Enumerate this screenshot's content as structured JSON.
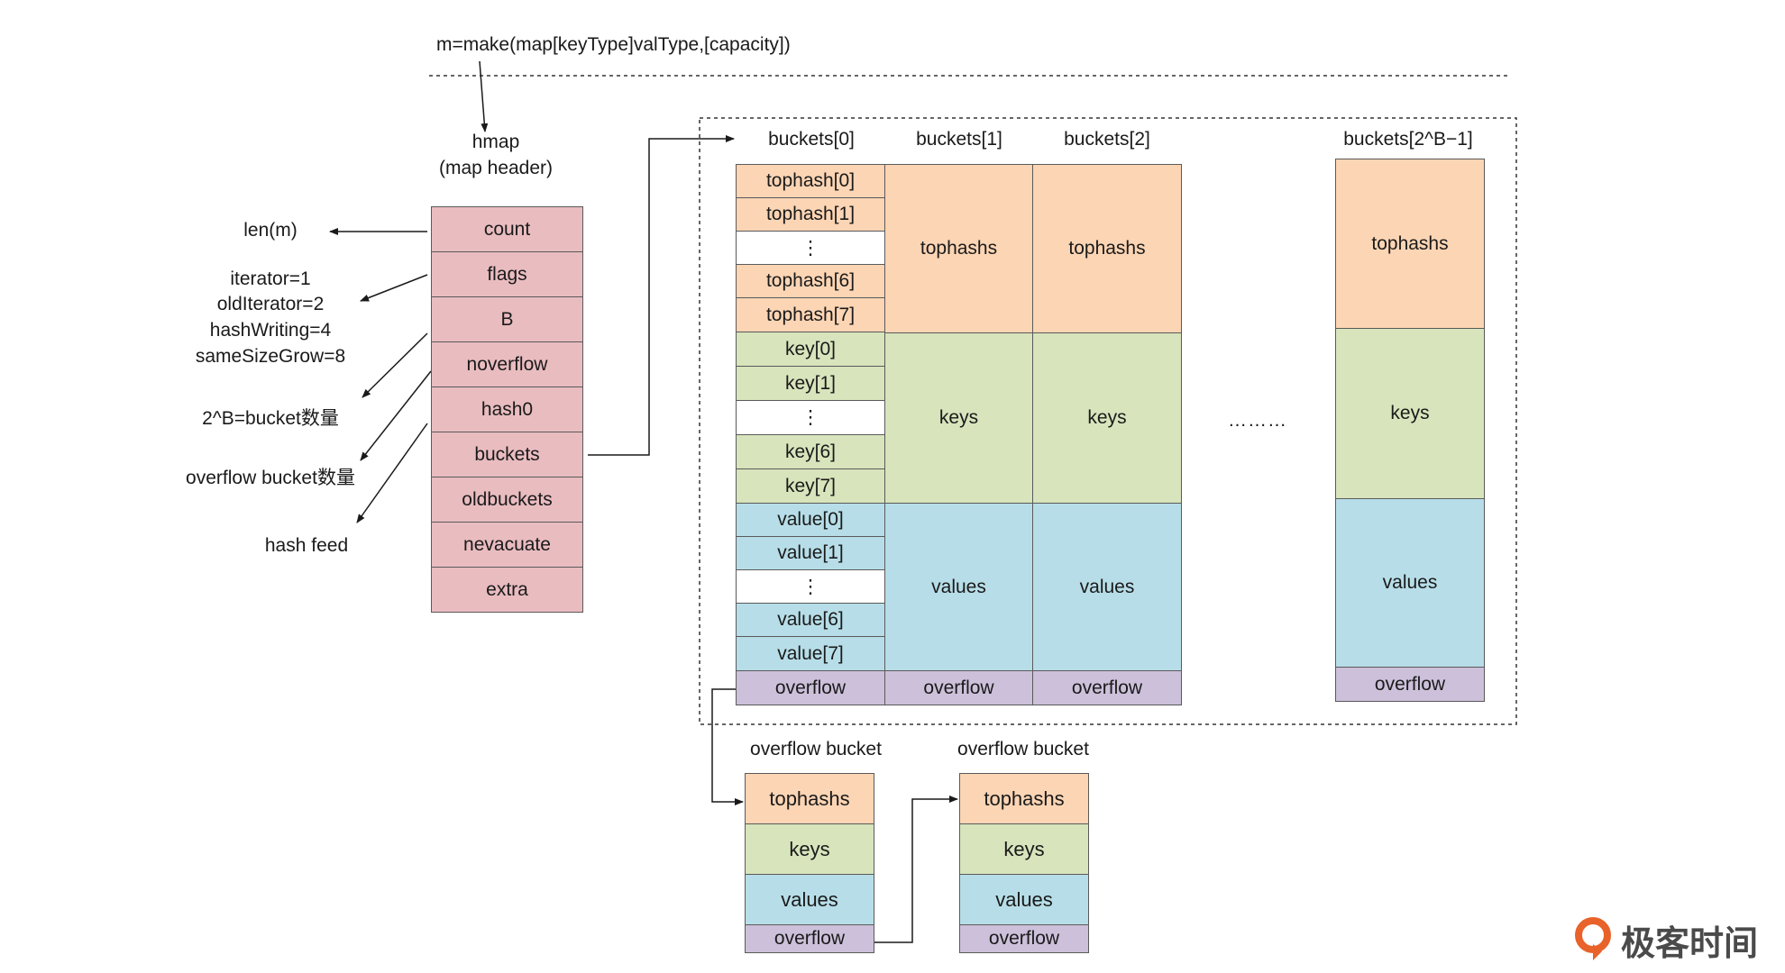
{
  "code": "m=make(map[keyType]valType,[capacity])",
  "hmap": {
    "title": "hmap",
    "subtitle": "(map header)",
    "fields": [
      "count",
      "flags",
      "B",
      "noverflow",
      "hash0",
      "buckets",
      "oldbuckets",
      "nevacuate",
      "extra"
    ]
  },
  "annotations": {
    "len": "len(m)",
    "flags": [
      "iterator=1",
      "oldIterator=2",
      "hashWriting=4",
      "sameSizeGrow=8"
    ],
    "b": "2^B=bucket数量",
    "noverflow": "overflow bucket数量",
    "hash0": "hash feed"
  },
  "buckets": {
    "headers": [
      "buckets[0]",
      "buckets[1]",
      "buckets[2]",
      "buckets[2^B−1]"
    ],
    "bucket0": {
      "tophash": [
        "tophash[0]",
        "tophash[1]",
        "⋮",
        "tophash[6]",
        "tophash[7]"
      ],
      "key": [
        "key[0]",
        "key[1]",
        "⋮",
        "key[6]",
        "key[7]"
      ],
      "value": [
        "value[0]",
        "value[1]",
        "⋮",
        "value[6]",
        "value[7]"
      ],
      "overflow": "overflow"
    },
    "sections": {
      "tophashs": "tophashs",
      "keys": "keys",
      "values": "values",
      "overflow": "overflow"
    },
    "ellipsis": "………"
  },
  "overflow_buckets": {
    "label": "overflow bucket",
    "sections": [
      "tophashs",
      "keys",
      "values",
      "overflow"
    ]
  },
  "logo": {
    "text": "极客时间",
    "color": "#e8622a"
  },
  "colors": {
    "hmap_field": "#e9bcc0",
    "tophash": "#fcd5b4",
    "key": "#d8e4bc",
    "value": "#b7dee8",
    "overflow": "#ccc0da"
  }
}
